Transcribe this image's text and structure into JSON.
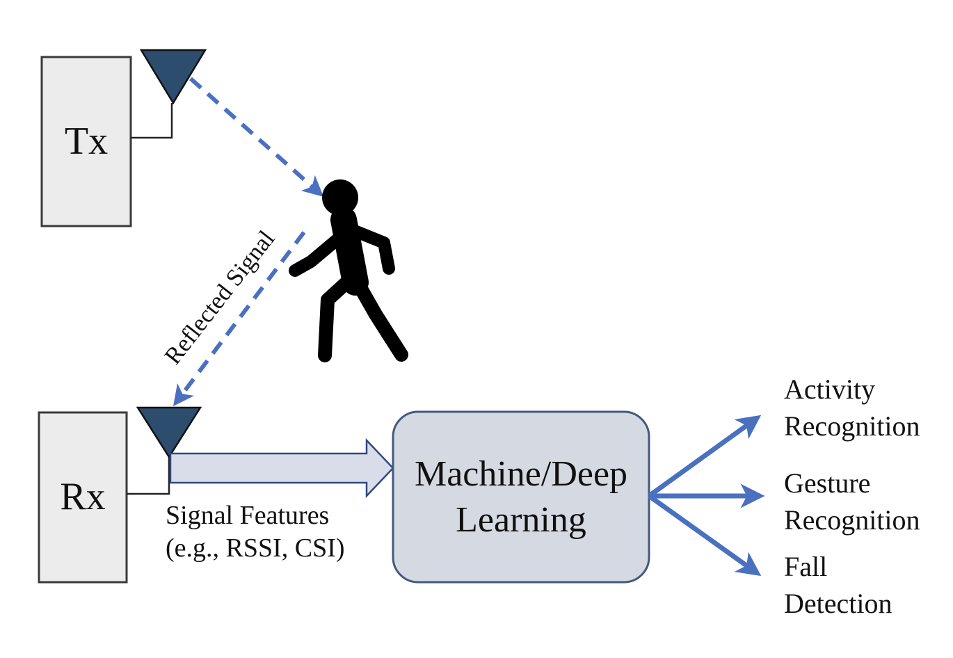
{
  "diagram": {
    "description": "Wireless sensing pipeline diagram: Tx transmits a signal that reflects off a walking person to Rx; signal features feed machine/deep learning for recognition tasks",
    "nodes": {
      "tx": "Tx",
      "rx": "Rx",
      "ml_line1": "Machine/Deep",
      "ml_line2": "Learning"
    },
    "labels": {
      "reflected_signal": "Reflected Signal",
      "signal_features_line1": "Signal Features",
      "signal_features_line2": "(e.g., RSSI, CSI)"
    },
    "outputs": [
      {
        "line1": "Activity",
        "line2": "Recognition"
      },
      {
        "line1": "Gesture",
        "line2": "Recognition"
      },
      {
        "line1": "Fall",
        "line2": "Detection"
      }
    ],
    "icons": [
      "antenna-icon",
      "walking-person-icon",
      "dashed-signal-arrow",
      "block-arrow"
    ],
    "colors": {
      "background": "#ffffff",
      "arrow_blue": "#4a70c0",
      "antenna_fill": "#2d4d6e",
      "antenna_stroke": "#111111",
      "device_fill": "#ececec",
      "device_border": "#3a3a3a",
      "ml_fill": "#d4d9e2",
      "ml_border": "#44597e",
      "big_arrow_fill": "#d9dde9",
      "big_arrow_border": "#31487e",
      "person_color": "#000000",
      "connector_color": "#222222"
    }
  }
}
